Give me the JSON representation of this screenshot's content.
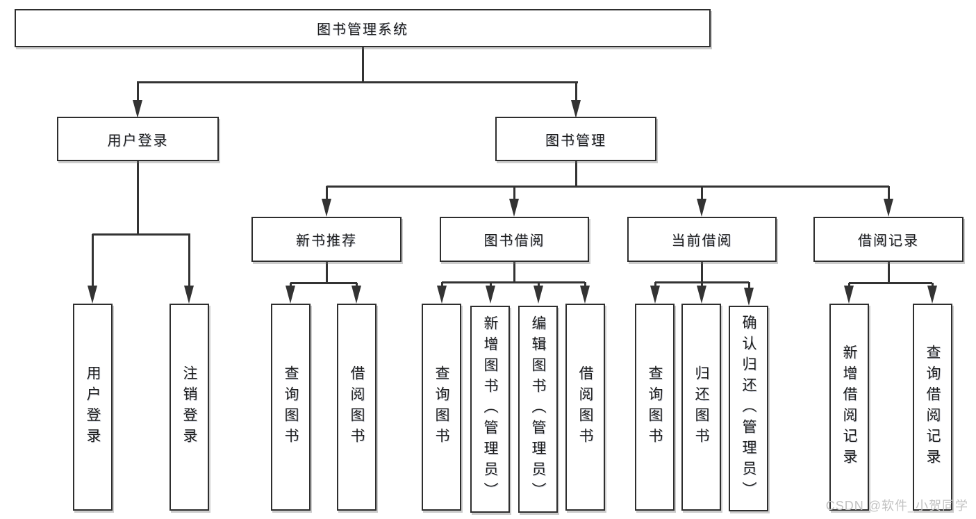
{
  "tree": {
    "root": "图书管理系统",
    "branches": [
      {
        "label": "用户登录",
        "children": [
          "用户登录",
          "注销登录"
        ]
      },
      {
        "label": "图书管理",
        "children": [
          {
            "label": "新书推荐",
            "children": [
              "查询图书",
              "借阅图书"
            ]
          },
          {
            "label": "图书借阅",
            "children": [
              "查询图书",
              "新增图书（管理员）",
              "编辑图书（管理员）",
              "借阅图书"
            ]
          },
          {
            "label": "当前借阅",
            "children": [
              "查询图书",
              "归还图书",
              "确认归还（管理员）"
            ]
          },
          {
            "label": "借阅记录",
            "children": [
              "新增借阅记录",
              "查询借阅记录"
            ]
          }
        ]
      }
    ]
  },
  "watermark": "CSDN @软件_小贺同学",
  "colors": {
    "line": "#333333",
    "box_border": "#2e2e2e",
    "text": "#1c1c1c",
    "background": "#ffffff",
    "watermark": "#c2c2c2"
  }
}
